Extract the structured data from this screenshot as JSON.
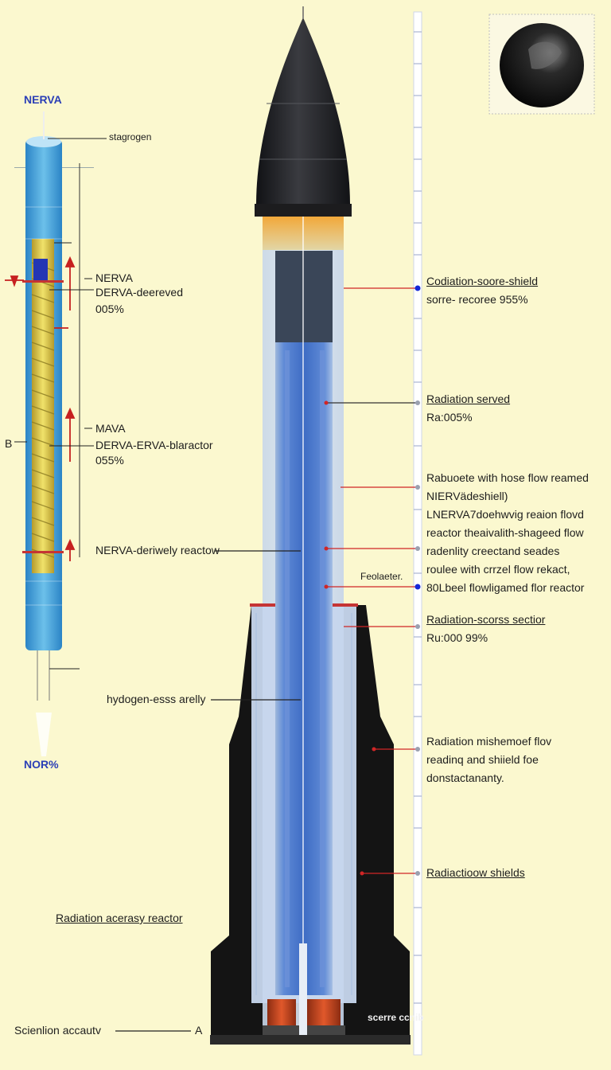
{
  "left_column": {
    "title_top": "NERVA",
    "label_hydrogen": "stagrogen",
    "label_nerva": "NERVA",
    "label_derived": "DERVA-deereved",
    "label_005": "005%",
    "label_mava": "MAVA",
    "label_derva_reactor": "DERVA-ERVA-blaractor",
    "label_055": "055%",
    "label_b": "B",
    "label_derived_reactor": "NERVA-deriwely reactow",
    "label_hydrogen_assembly": "hydogen-esss arelly",
    "label_bottom": "NOR%"
  },
  "right_column": {
    "label_shield_title": "Codiation-soore-shield",
    "label_shield_value": "sorre- recoree 955%",
    "label_served_title": "Radiation served",
    "label_served_value": "Ra:005%",
    "flow_block": [
      "Rabuoete with hose flow reamed",
      "NIERVädeshiell)",
      "LNERVA7doehwvig reaion flovd",
      "reactor theaivalith-shageed flow",
      "radenlity creectand seades",
      "roulee with crrzel flow rekact,",
      "80Lbeel flowligamed flor reactor"
    ],
    "label_reactor_small": "Feolaeter.",
    "label_section_title": "Radiation-scorss sectior",
    "label_section_value": "Ru:000  99%",
    "mish_block": [
      "Radiation mishemoef flov",
      "readinq and shiield foe",
      "donstactananty."
    ],
    "label_shields": "Radiactioow shields"
  },
  "bottom": {
    "label_accuracy": "Radiation acerasy reactor",
    "label_scientific": "Scienlion accautv",
    "label_a": "A",
    "label_nozzle": "scerre ccnib"
  },
  "colors": {
    "background": "#fbf8cf",
    "nose": "#1f2024",
    "tank_blue": "#4f7fd2",
    "left_tube": "#48a6dc",
    "coil": "#e5d64e",
    "leader_red": "#d02626",
    "dot_blue": "#1428d8"
  }
}
